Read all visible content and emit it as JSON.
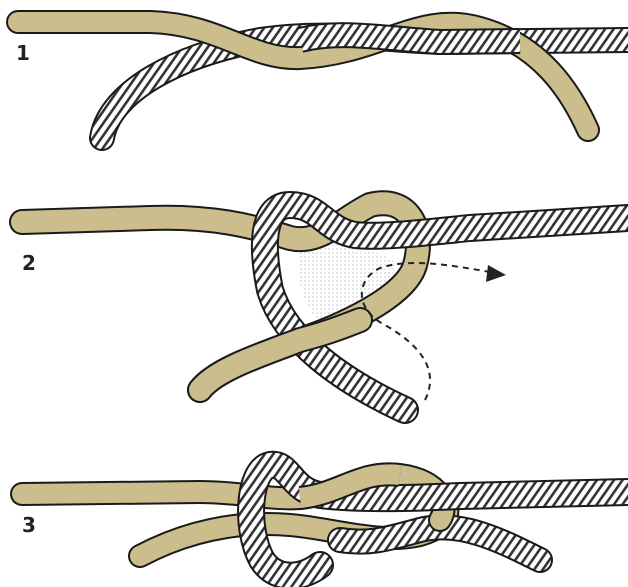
{
  "steps": [
    {
      "number": "1"
    },
    {
      "number": "2"
    },
    {
      "number": "3"
    }
  ],
  "colors": {
    "tan_rope": "#cbbd8c",
    "white_rope": "#ffffff",
    "outline": "#1a1a1a",
    "stripe": "#333333",
    "dashed_guide": "#222222",
    "shading": "#d4d4d4"
  }
}
